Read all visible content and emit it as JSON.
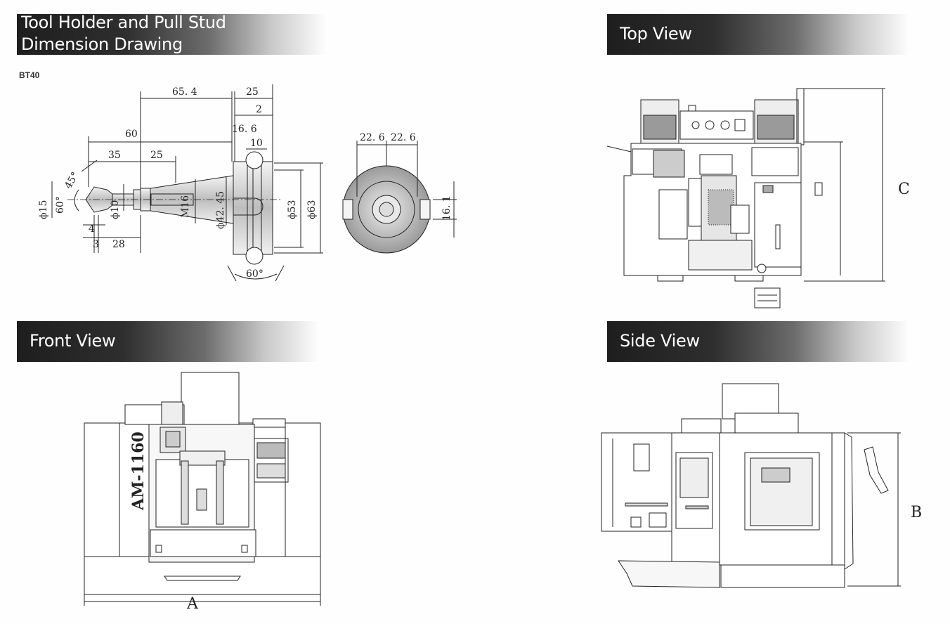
{
  "headers": {
    "tool": "Tool Holder and Pull Stud Dimension Drawing",
    "tool_line1": "Tool Holder and Pull Stud",
    "tool_line2": "Dimension Drawing",
    "top": "Top View",
    "front": "Front View",
    "side": "Side View"
  },
  "tool_spec": "BT40",
  "dims": {
    "d65_4": "65. 4",
    "d25a": "25",
    "d2": "2",
    "d60": "60",
    "d16_6": "16. 6",
    "d10": "10",
    "d35": "35",
    "d25b": "25",
    "a45": "45°",
    "phi15": "ϕ15",
    "a60s": "60°",
    "phi10": "ϕ10",
    "d4": "4",
    "d3": "3",
    "d28": "28",
    "m16": "M16",
    "phi42_45": "ϕ42. 45",
    "phi53": "ϕ53",
    "phi63": "ϕ63",
    "a60b": "60°",
    "d22_6a": "22. 6",
    "d22_6b": "22. 6",
    "d16_1": "16. 1"
  },
  "labels": {
    "A": "A",
    "B": "B",
    "C": "C"
  },
  "model": "AM-1160"
}
